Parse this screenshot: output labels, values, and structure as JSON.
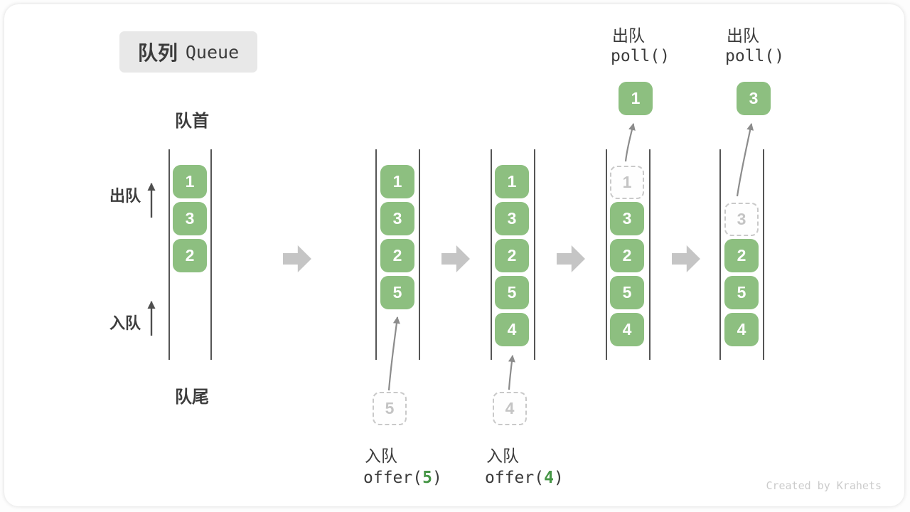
{
  "title": {
    "zh": "队列",
    "en": "Queue"
  },
  "labels": {
    "front": "队首",
    "rear": "队尾",
    "dequeue_side": "出队",
    "enqueue_side": "入队"
  },
  "colors": {
    "cell_green": "#8dbf80",
    "code_arg_green": "#469646",
    "block_arrow_gray": "#c5c5c5",
    "ghost_gray": "#c9c9c9",
    "text_dark": "#3b3b3b",
    "watermark_gray": "#cbcbcb"
  },
  "icons": {
    "block_arrow": "right-block-arrow",
    "up_arrow": "up-arrow",
    "curved_arrow": "curved-up-arrow"
  },
  "states": [
    {
      "name": "initial queue",
      "cells": [
        "1",
        "3",
        "2"
      ]
    },
    {
      "name": "after offer(5)",
      "cells": [
        "1",
        "3",
        "2",
        "5"
      ],
      "pending": "5",
      "op": {
        "zh": "入队",
        "pre": "offer(",
        "arg": "5",
        "post": ")"
      }
    },
    {
      "name": "after offer(4)",
      "cells": [
        "1",
        "3",
        "2",
        "5",
        "4"
      ],
      "pending": "4",
      "op": {
        "zh": "入队",
        "pre": "offer(",
        "arg": "4",
        "post": ")"
      }
    },
    {
      "name": "poll 1",
      "ghost": "1",
      "cells": [
        "3",
        "2",
        "5",
        "4"
      ],
      "popped": "1",
      "op": {
        "zh": "出队",
        "code": "poll()"
      }
    },
    {
      "name": "poll 3",
      "ghost": "3",
      "cells": [
        "2",
        "5",
        "4"
      ],
      "popped": "3",
      "op": {
        "zh": "出队",
        "code": "poll()"
      }
    }
  ],
  "watermark": "Created by Krahets"
}
